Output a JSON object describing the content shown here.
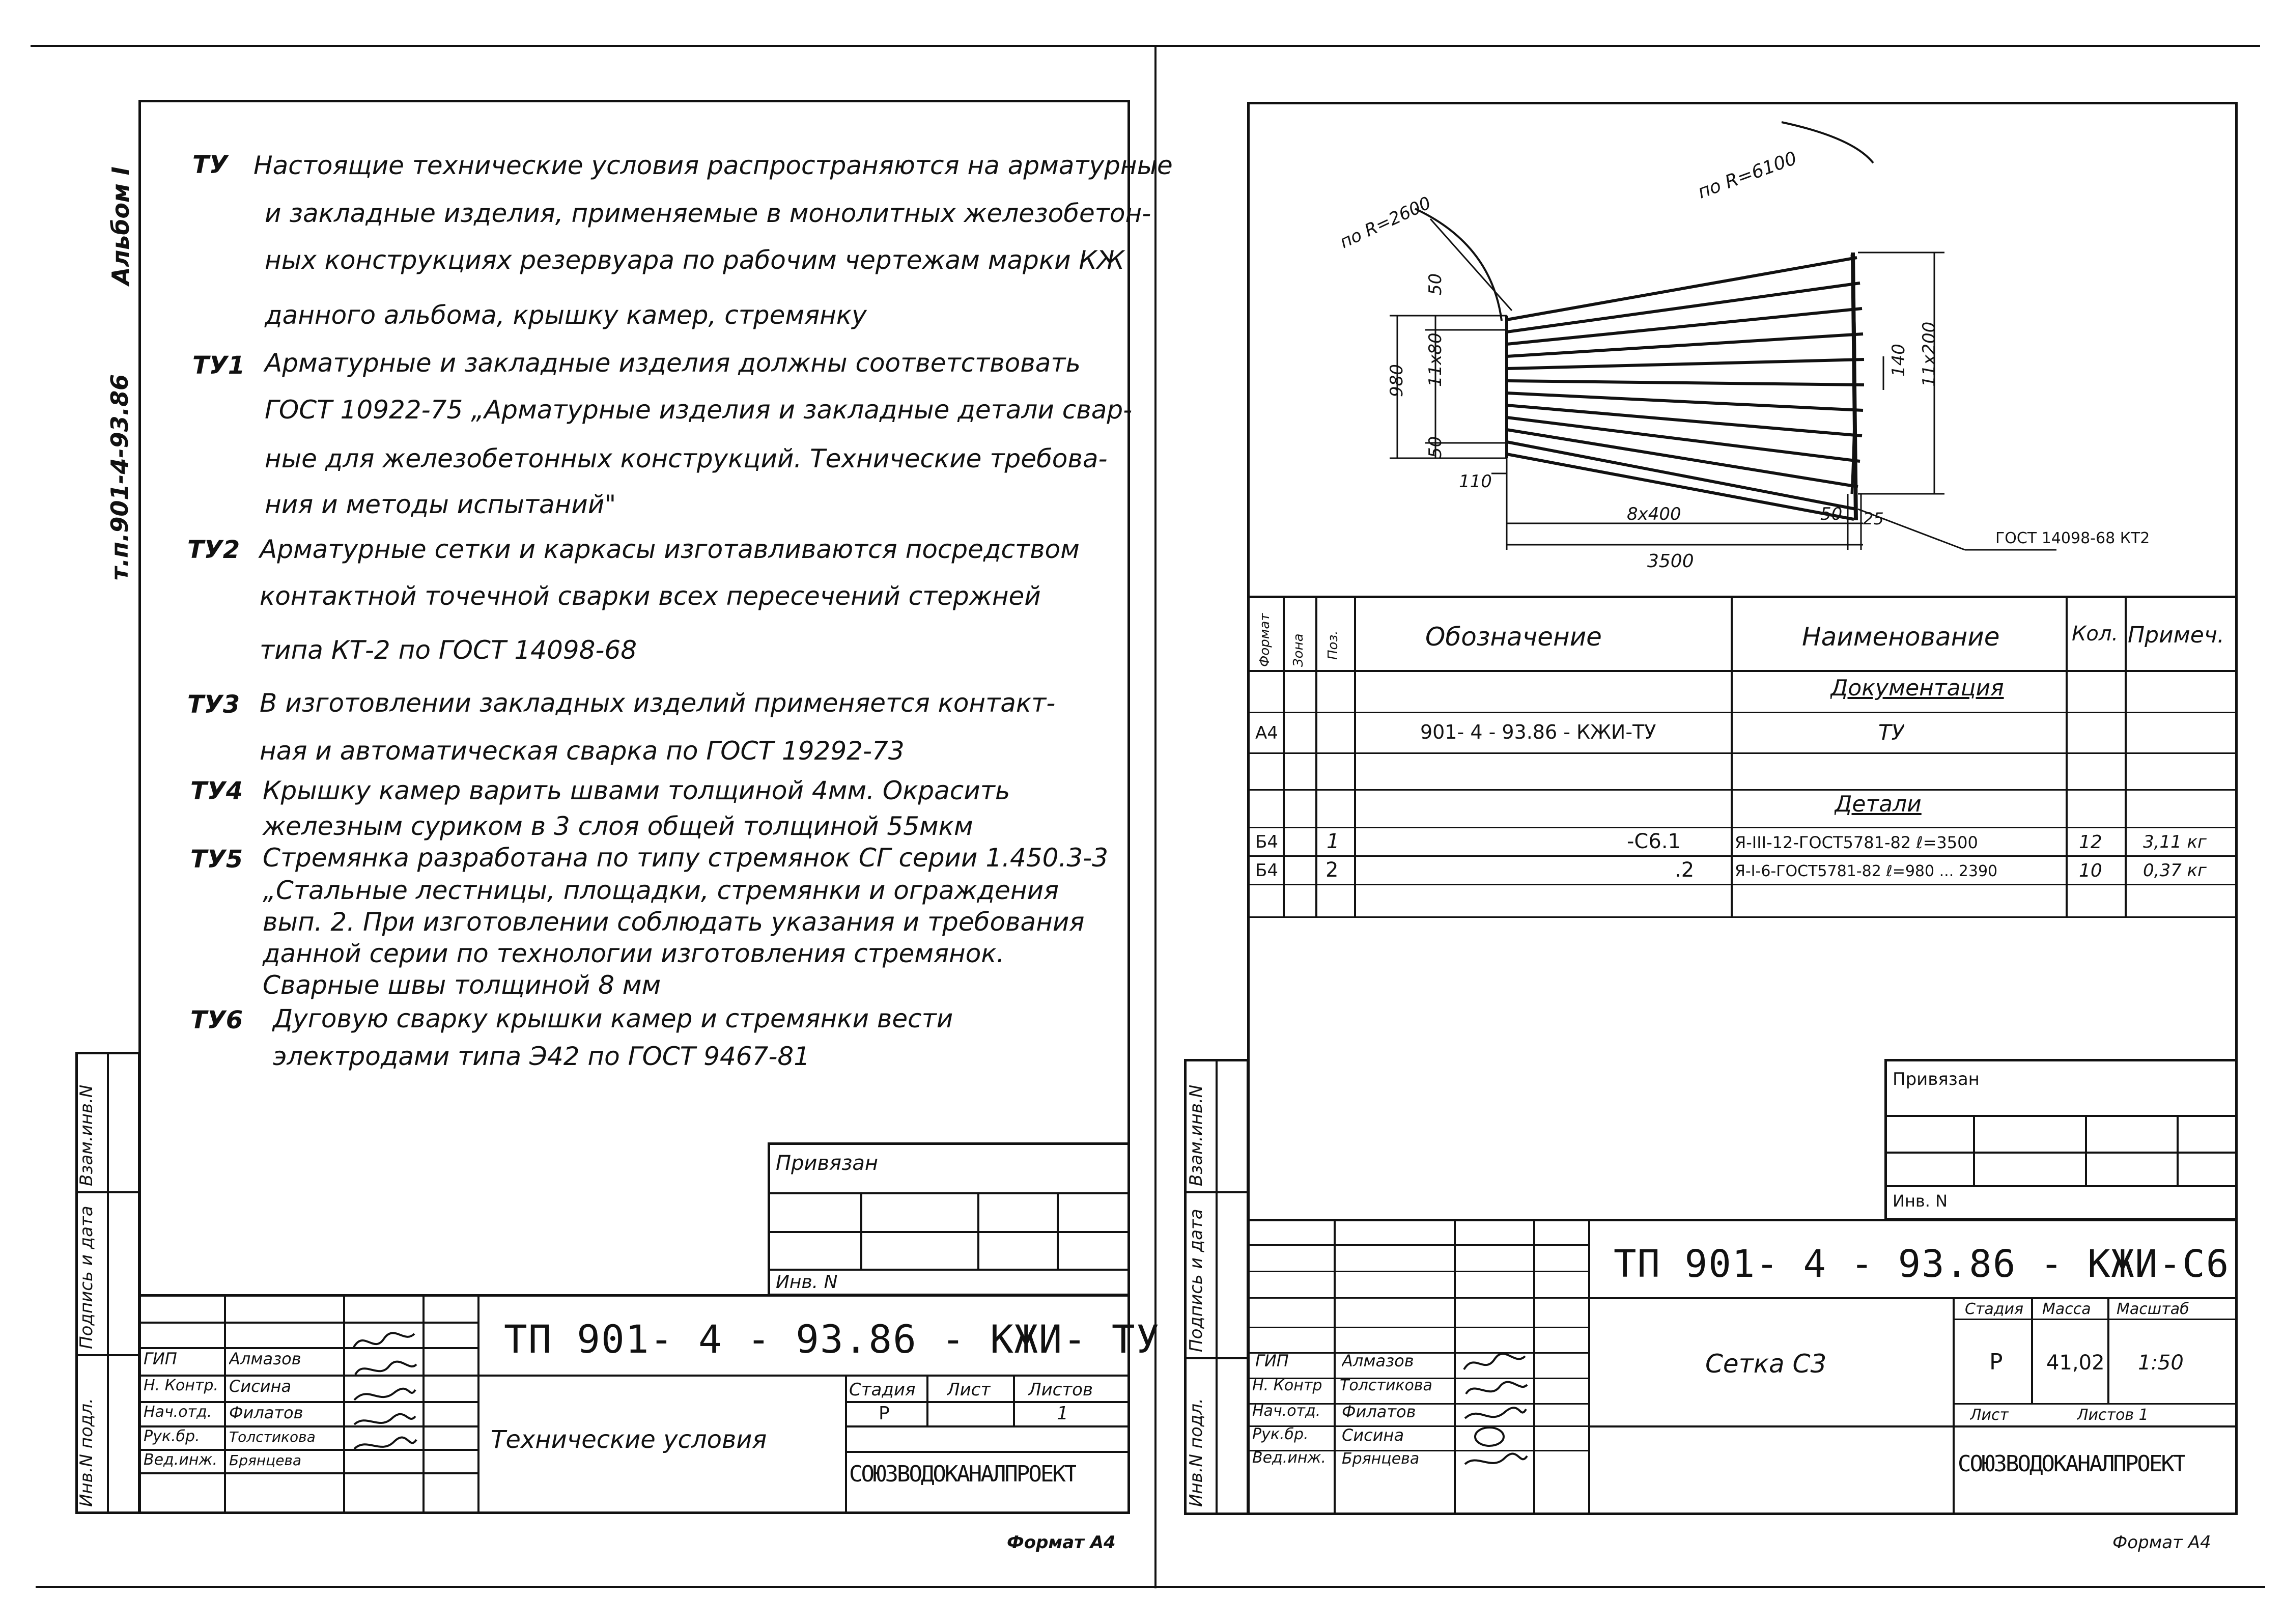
{
  "left": {
    "side": {
      "album": "Альбом I",
      "code": "т.п.901-4-93.86",
      "col_vzam": "Взам.инв.N",
      "col_podp": "Подпись и дата",
      "col_inv": "Инв.N подл."
    },
    "tu": [
      {
        "label": "ТУ",
        "lines": [
          "Настоящие технические условия распространяются на арматурные",
          "и закладные изделия, применяемые в монолитных железобетон-",
          "ных конструкциях резервуара по рабочим чертежам марки КЖ",
          "данного альбома, крышку камер, стремянку"
        ]
      },
      {
        "label": "ТУ1",
        "lines": [
          "Арматурные и закладные изделия должны соответствовать",
          "ГОСТ 10922-75 „Арматурные изделия и закладные детали свар-",
          "ные для железобетонных конструкций. Технические требова-",
          "ния и методы испытаний\""
        ]
      },
      {
        "label": "ТУ2",
        "lines": [
          "Арматурные сетки и каркасы изготавливаются посредством",
          "контактной точечной сварки всех пересечений стержней",
          "типа КТ-2 по ГОСТ 14098-68"
        ]
      },
      {
        "label": "ТУ3",
        "lines": [
          "В изготовлении закладных изделий применяется контакт-",
          "ная и автоматическая сварка по ГОСТ 19292-73"
        ]
      },
      {
        "label": "ТУ4",
        "lines": [
          "Крышку камер варить швами толщиной 4мм. Окрасить",
          "железным суриком в 3 слоя общей толщиной 55мкм"
        ]
      },
      {
        "label": "ТУ5",
        "lines": [
          "Стремянка разработана по типу стремянок СГ серии 1.450.3-3",
          "„Стальные лестницы, площадки, стремянки и ограждения",
          "вып. 2. При изготовлении соблюдать указания и требования",
          "данной серии по технологии изготовления стремянок.",
          "Сварные швы толщиной 8 мм"
        ]
      },
      {
        "label": "ТУ6",
        "lines": [
          "Дуговую сварку крышки камер и стремянки вести",
          "электродами типа Э42 по ГОСТ 9467-81"
        ]
      }
    ],
    "privyazan": "Привязан",
    "inv_n": "Инв. N",
    "roles": [
      {
        "role": "ГИП",
        "name": "Алмазов"
      },
      {
        "role": "Н. Контр.",
        "name": "Сисина"
      },
      {
        "role": "Нач.отд.",
        "name": "Филатов"
      },
      {
        "role": "Рук.бр.",
        "name": "Толстикова"
      },
      {
        "role": "Вед.инж.",
        "name": "Брянцева"
      }
    ],
    "doc_code": "ТП 901- 4 - 93.86 - КЖИ- ТУ",
    "doc_title": "Технические условия",
    "stage_label": "Стадия",
    "sheet_label": "Лист",
    "sheets_label": "Листов",
    "stage": "Р",
    "sheets": "1",
    "org": "СОЮЗВОДОКАНАЛПРОЕКТ",
    "format": "Формат А4"
  },
  "right": {
    "drawing": {
      "r_inner": "по R=2600",
      "r_outer": "по R=6100",
      "d50a": "50",
      "d11x80": "11x80",
      "d50b": "50",
      "d980": "980",
      "d110": "110",
      "d8x400": "8x400",
      "d50c": "50",
      "d25": "25",
      "d3500": "3500",
      "d140": "140",
      "d11x200": "11x200",
      "gost": "ГОСТ 14098-68 КТ2"
    },
    "spec_headers": {
      "format": "Формат",
      "zone": "Зона",
      "pos": "Поз.",
      "designation": "Обозначение",
      "name": "Наименование",
      "qty": "Кол.",
      "note": "Примеч."
    },
    "spec_rows": [
      {
        "format": "",
        "pos": "",
        "designation": "",
        "name": "Документация",
        "qty": "",
        "note": ""
      },
      {
        "format": "А4",
        "pos": "",
        "designation": "901- 4 - 93.86 - КЖИ-ТУ",
        "name": "ТУ",
        "qty": "",
        "note": ""
      },
      {
        "format": "",
        "pos": "",
        "designation": "",
        "name": "",
        "qty": "",
        "note": ""
      },
      {
        "format": "",
        "pos": "",
        "designation": "",
        "name": "Детали",
        "qty": "",
        "note": ""
      },
      {
        "format": "Б4",
        "pos": "1",
        "designation": "-С6.1",
        "name": "Я-III-12-ГОСТ5781-82 ℓ=3500",
        "qty": "12",
        "note": "3,11 кг"
      },
      {
        "format": "Б4",
        "pos": "2",
        "designation": ".2",
        "name": "Я-I-6-ГОСТ5781-82 ℓ=980 ... 2390",
        "qty": "10",
        "note": "0,37 кг"
      }
    ],
    "side": {
      "col_vzam": "Взам.инв.N",
      "col_podp": "Подпись и дата",
      "col_inv": "Инв.N подл."
    },
    "privyazan": "Привязан",
    "inv_n": "Инв. N",
    "roles": [
      {
        "role": "ГИП",
        "name": "Алмазов"
      },
      {
        "role": "Н. Контр",
        "name": "Толстикова"
      },
      {
        "role": "Нач.отд.",
        "name": "Филатов"
      },
      {
        "role": "Рук.бр.",
        "name": "Сисина"
      },
      {
        "role": "Вед.инж.",
        "name": "Брянцева"
      }
    ],
    "doc_code": "ТП 901- 4 - 93.86 - КЖИ-С6",
    "doc_title": "Сетка С3",
    "stage_label": "Стадия",
    "mass_label": "Масса",
    "scale_label": "Масштаб",
    "stage": "Р",
    "mass": "41,02",
    "scale": "1:50",
    "sheet_label": "Лист",
    "sheets_label": "Листов 1",
    "org": "СОЮЗВОДОКАНАЛПРОЕКТ",
    "format": "Формат А4"
  }
}
